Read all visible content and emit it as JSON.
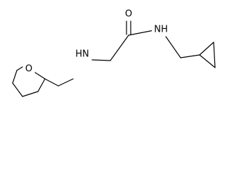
{
  "molecule": {
    "atoms": {
      "oxygen_ring": "O",
      "nitrogen_amine": "HN",
      "oxygen_carbonyl": "O",
      "nitrogen_amide": "NH"
    }
  },
  "colors": {
    "bond": "#000000",
    "label": "#000000",
    "background": "#ffffff"
  }
}
